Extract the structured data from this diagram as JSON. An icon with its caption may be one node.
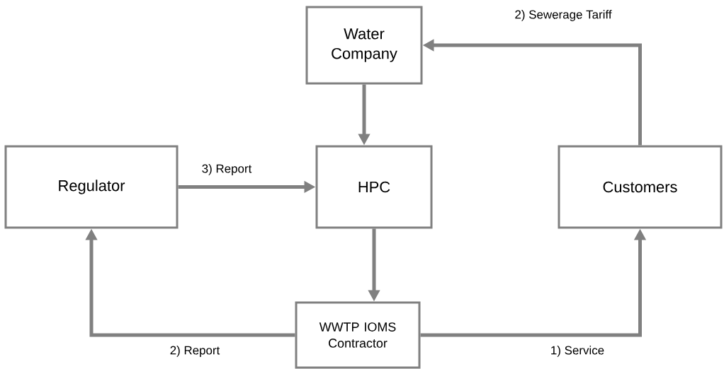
{
  "diagram": {
    "nodes": [
      {
        "text": [
          "Water Company"
        ]
      },
      {
        "text": [
          "Regulator"
        ]
      },
      {
        "text": [
          "HPC"
        ]
      },
      {
        "text": [
          "Customers"
        ]
      },
      {
        "text": [
          "WWTP IOMS Contractor"
        ]
      }
    ],
    "edges": [
      {
        "from": 3,
        "to": 0,
        "arrow": "to",
        "label": "2) Sewerage Tariff"
      },
      {
        "from": 0,
        "to": 2,
        "arrow": "to"
      },
      {
        "from": 1,
        "to": 2,
        "arrow": "to",
        "label": "3) Report"
      },
      {
        "from": 2,
        "to": 4,
        "arrow": "to"
      },
      {
        "from": 4,
        "to": 1,
        "arrow": "to",
        "label": "2) Report"
      },
      {
        "from": 4,
        "to": 3,
        "arrow": "to",
        "label": "1) Service"
      }
    ]
  }
}
